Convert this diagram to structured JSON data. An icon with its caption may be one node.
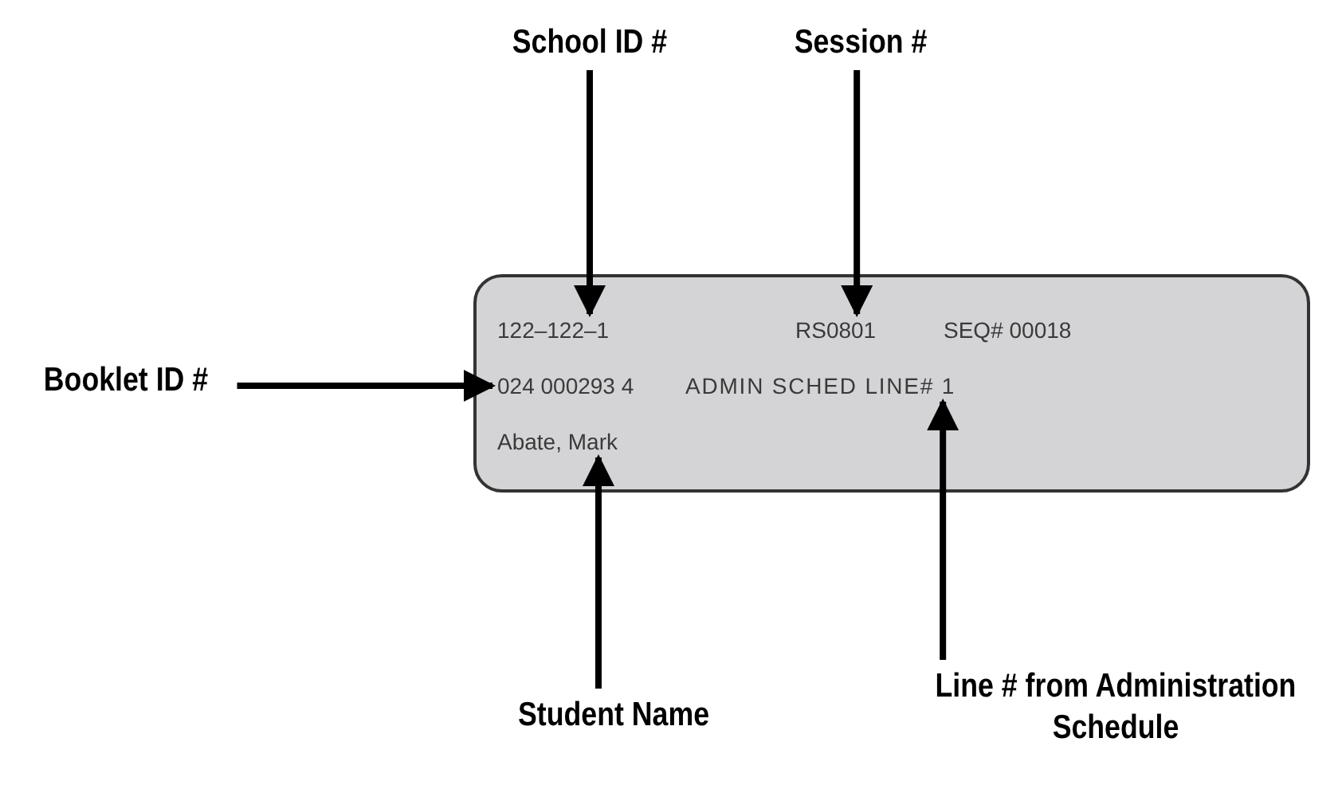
{
  "diagram": {
    "nodes": [
      {
        "text": [
          "School ID #"
        ]
      },
      {
        "text": [
          "Session #"
        ]
      },
      {
        "text": [
          "Booklet ID #"
        ]
      },
      {
        "text": [],
        "shape": "box"
      },
      {
        "text": [
          "122–122–1"
        ],
        "in": 3
      },
      {
        "text": [
          "RS0801"
        ],
        "in": 3
      },
      {
        "text": [
          "SEQ# 00018"
        ],
        "in": 3
      },
      {
        "text": [
          "024 000293 4"
        ],
        "in": 3
      },
      {
        "text": [
          "ADMIN SCHED LINE# 1"
        ],
        "in": 3
      },
      {
        "text": [
          "Abate, Mark"
        ],
        "in": 3
      },
      {
        "text": [
          "Student Name"
        ]
      },
      {
        "text": [
          "Line # from Administration Schedule"
        ]
      }
    ],
    "edges": [
      {
        "from": 0,
        "to": 4,
        "arrow": "to"
      },
      {
        "from": 1,
        "to": 5,
        "arrow": "to"
      },
      {
        "from": 2,
        "to": 7,
        "arrow": "to"
      },
      {
        "from": 10,
        "to": 9,
        "arrow": "to"
      },
      {
        "from": 11,
        "to": 8,
        "arrow": "to"
      }
    ]
  }
}
